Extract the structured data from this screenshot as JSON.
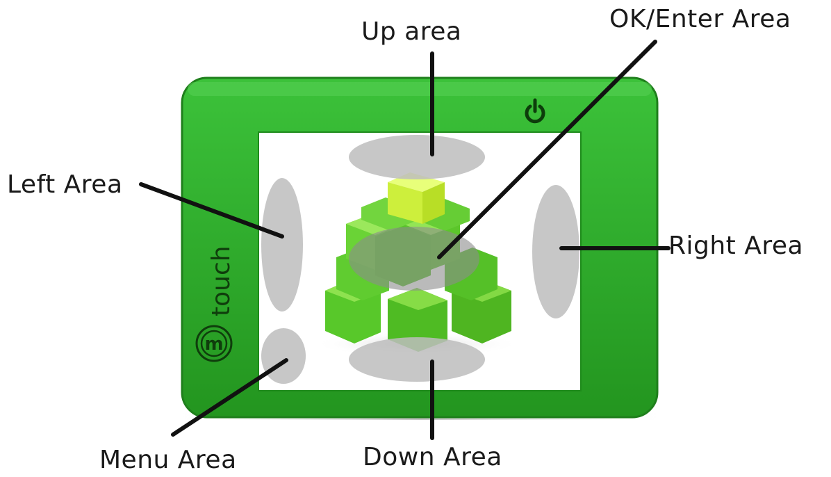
{
  "labels": {
    "up": "Up area",
    "ok_enter": "OK/Enter Area",
    "left": "Left Area",
    "right": "Right Area",
    "menu": "Menu Area",
    "down": "Down Area"
  },
  "device": {
    "brand_letter": "m",
    "brand_word": "touch",
    "power_icon": "power-icon",
    "body_color": "#2eb02e",
    "screen_color": "#ffffff",
    "touch_zone_color": "#bdbdbd"
  }
}
